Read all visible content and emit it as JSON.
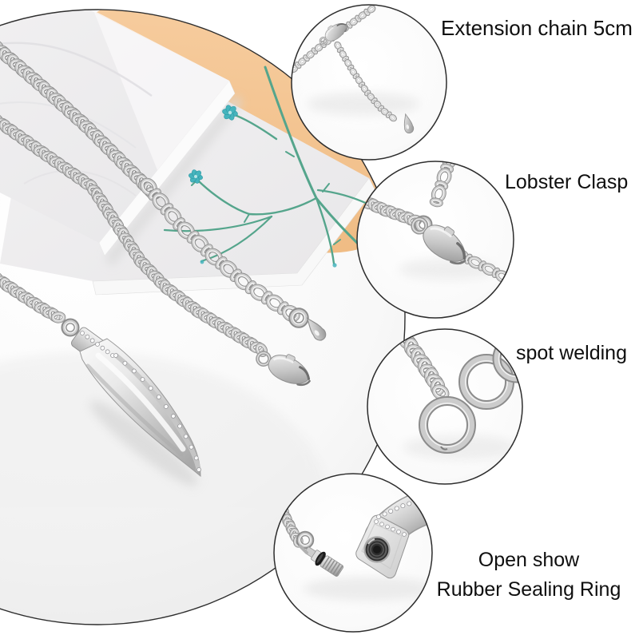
{
  "callouts": {
    "extension_chain": {
      "label": "Extension chain 5cm"
    },
    "lobster_clasp": {
      "label": "Lobster Clasp"
    },
    "spot_welding": {
      "label": "spot welding"
    },
    "open_show": {
      "line1": "Open show",
      "line2": "Rubber Sealing Ring"
    }
  },
  "colors": {
    "background": "#ffffff",
    "text": "#0f0f0f",
    "outline": "#2d2d2d",
    "peach_light": "#f8d0a4",
    "peach_dark": "#eeb87e",
    "flower_teal": "#45b4bd",
    "stem_green": "#55a58c",
    "metal_light": "#f3f3f3",
    "metal_mid": "#c7c7c7",
    "metal_dark": "#909090"
  }
}
